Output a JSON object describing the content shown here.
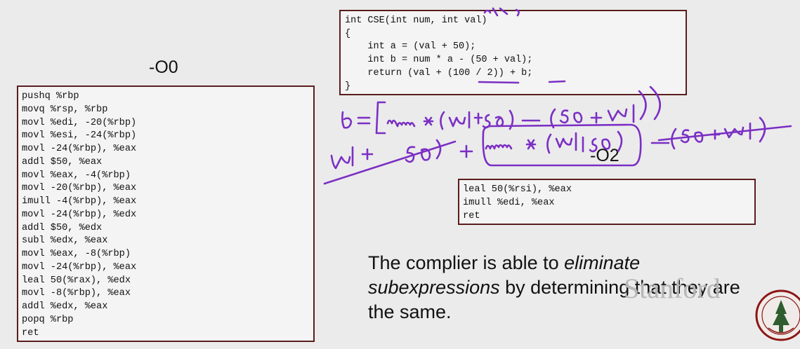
{
  "labels": {
    "o0": "-O0",
    "o2": "-O2"
  },
  "source_code": [
    "int CSE(int num, int val)",
    "{",
    "    int a = (val + 50);",
    "    int b = num * a - (50 + val);",
    "    return (val + (100 / 2)) + b;",
    "}"
  ],
  "o0_assembly": [
    "pushq %rbp",
    "movq %rsp, %rbp",
    "movl %edi, -20(%rbp)",
    "movl %esi, -24(%rbp)",
    "movl -24(%rbp), %eax",
    "addl $50, %eax",
    "movl %eax, -4(%rbp)",
    "movl -20(%rbp), %eax",
    "imull -4(%rbp), %eax",
    "movl -24(%rbp), %edx",
    "addl $50, %edx",
    "subl %edx, %eax",
    "movl %eax, -8(%rbp)",
    "movl -24(%rbp), %eax",
    "leal 50(%rax), %edx",
    "movl -8(%rbp), %eax",
    "addl %edx, %eax",
    "popq %rbp",
    "ret"
  ],
  "o2_assembly": [
    "leal 50(%rsi), %eax",
    "imull %edi, %eax",
    "ret"
  ],
  "caption": {
    "part1": "The complier is able to ",
    "emph1": "eliminate",
    "emph2": "subexpressions",
    "part2": " by determining that they are the same."
  },
  "watermark": "Stanford",
  "annotation_color": "#7b2fc4",
  "box_border_color": "#5a1d1d"
}
